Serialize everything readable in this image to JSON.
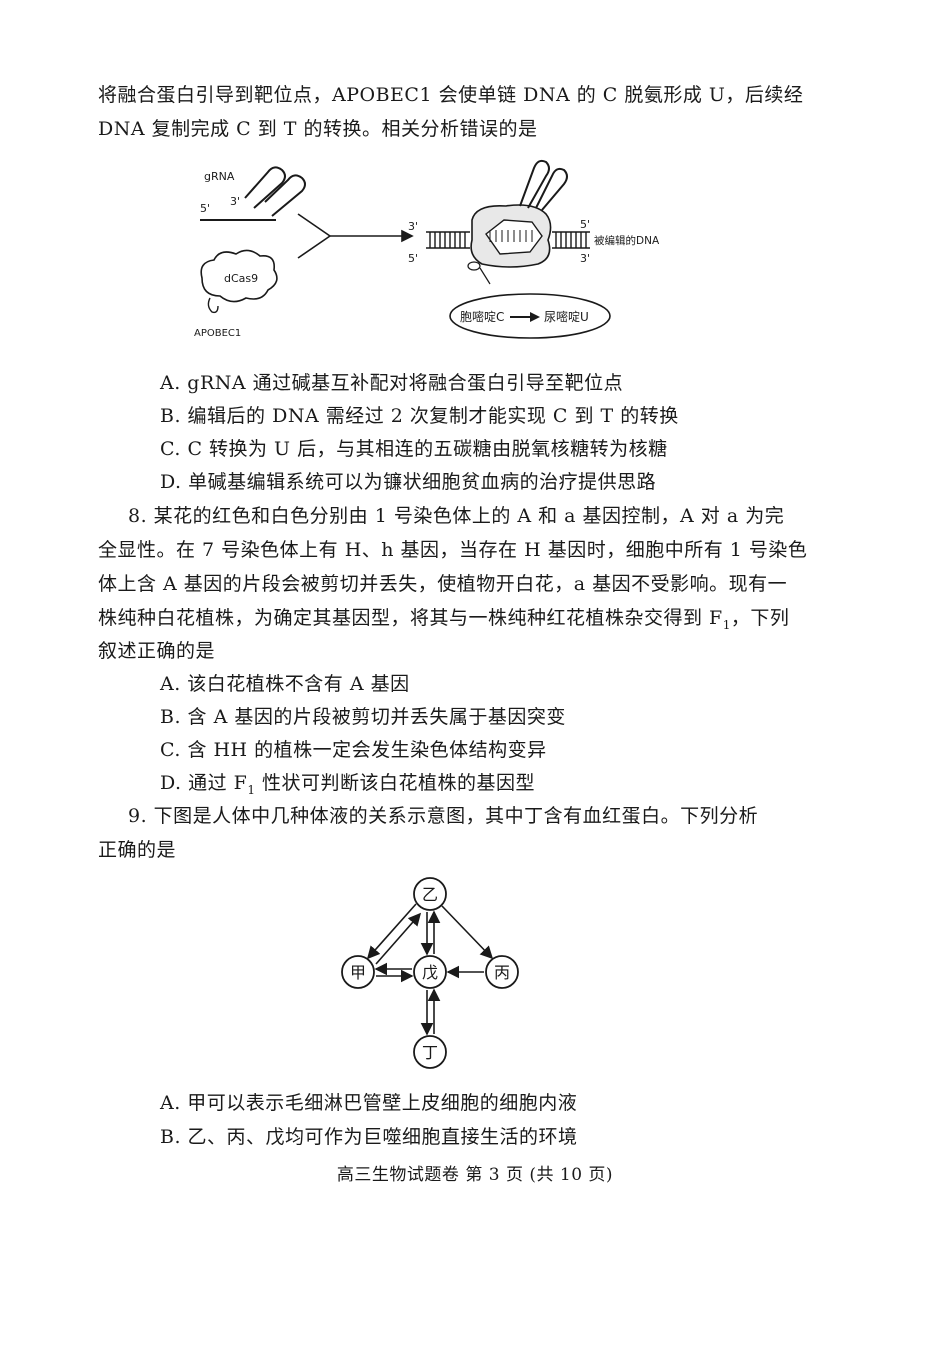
{
  "intro": {
    "line1": "将融合蛋白引导到靶位点，APOBEC1 会使单链 DNA 的 C 脱氨形成 U，后续经",
    "line2": "DNA 复制完成 C 到 T 的转换。相关分析错误的是"
  },
  "fig1": {
    "grna": "gRNA",
    "five_left": "5'",
    "three_left": "3'",
    "dcas9": "dCas9",
    "apobec1": "APOBEC1",
    "three_top": "3'",
    "five_bottom": "5'",
    "five_right": "5'",
    "three_right": "3'",
    "edited_dna": "被编辑的DNA",
    "from_base": "胞嘧啶C",
    "to_base": "尿嘧啶U"
  },
  "q7": {
    "a": "A. gRNA 通过碱基互补配对将融合蛋白引导至靶位点",
    "b": "B. 编辑后的 DNA 需经过 2 次复制才能实现 C 到 T 的转换",
    "c": "C. C 转换为 U 后，与其相连的五碳糖由脱氧核糖转为核糖",
    "d": "D. 单碱基编辑系统可以为镰状细胞贫血病的治疗提供思路"
  },
  "q8": {
    "line1": "8. 某花的红色和白色分别由 1 号染色体上的 A 和 a 基因控制，A 对 a 为完",
    "line2": "全显性。在 7 号染色体上有 H、h 基因，当存在 H 基因时，细胞中所有 1 号染色",
    "line3": "体上含 A 基因的片段会被剪切并丢失，使植物开白花，a 基因不受影响。现有一",
    "line4_pre": "株纯种白花植株，为确定其基因型，将其与一株纯种红花植株杂交得到 F",
    "line4_sub": "1",
    "line4_post": "，下列",
    "line5": "叙述正确的是",
    "a": "A. 该白花植株不含有 A 基因",
    "b": "B. 含 A 基因的片段被剪切并丢失属于基因突变",
    "c": "C. 含 HH 的植株一定会发生染色体结构变异",
    "d_pre": "D. 通过 F",
    "d_sub": "1",
    "d_post": " 性状可判断该白花植株的基因型"
  },
  "q9": {
    "line1": "9. 下图是人体中几种体液的关系示意图，其中丁含有血红蛋白。下列分析",
    "line2": "正确的是",
    "a": "A. 甲可以表示毛细淋巴管壁上皮细胞的细胞内液",
    "b": "B. 乙、丙、戊均可作为巨噬细胞直接生活的环境"
  },
  "fig2": {
    "yi": "乙",
    "jia": "甲",
    "wu": "戊",
    "bing": "丙",
    "ding": "丁"
  },
  "footer": {
    "text": "高三生物试题卷 第  3  页 (共 10 页)"
  }
}
